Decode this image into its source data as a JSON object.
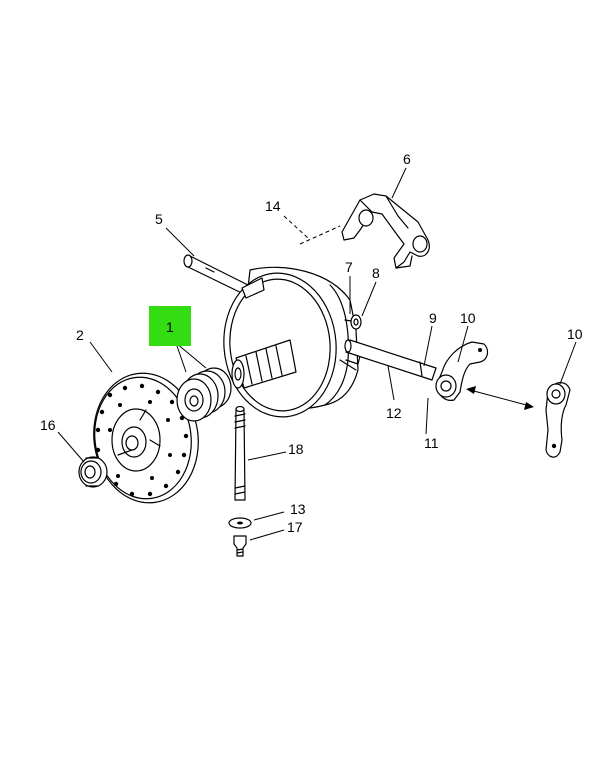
{
  "diagram": {
    "highlight_color": "#33dd11",
    "callouts": [
      {
        "id": "1",
        "label": "1"
      },
      {
        "id": "2",
        "label": "2"
      },
      {
        "id": "5",
        "label": "5"
      },
      {
        "id": "6",
        "label": "6"
      },
      {
        "id": "7",
        "label": "7"
      },
      {
        "id": "8",
        "label": "8"
      },
      {
        "id": "9",
        "label": "9"
      },
      {
        "id": "10a",
        "label": "10"
      },
      {
        "id": "10b",
        "label": "10"
      },
      {
        "id": "11",
        "label": "11"
      },
      {
        "id": "12",
        "label": "12"
      },
      {
        "id": "13",
        "label": "13"
      },
      {
        "id": "14",
        "label": "14"
      },
      {
        "id": "16",
        "label": "16"
      },
      {
        "id": "17",
        "label": "17"
      },
      {
        "id": "18",
        "label": "18"
      }
    ]
  }
}
